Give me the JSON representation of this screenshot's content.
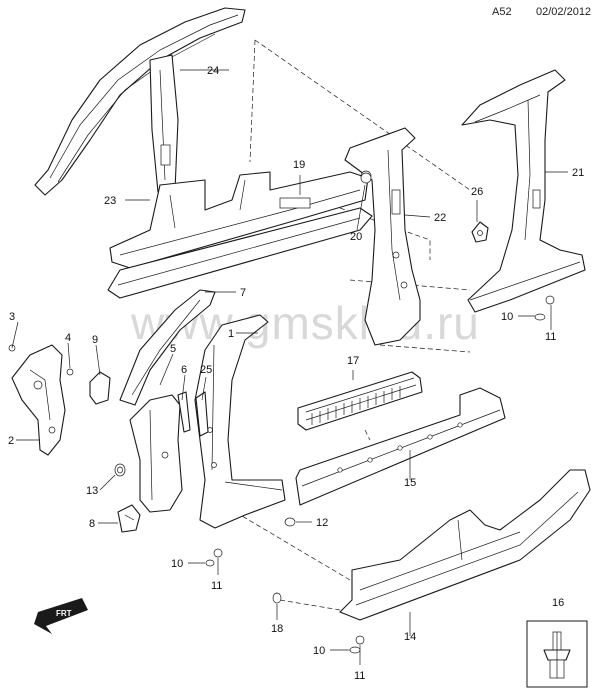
{
  "header": {
    "code": "A52",
    "date": "02/02/2012"
  },
  "watermark": "www.gmsklad.ru",
  "fwd_icon_label": "FRT",
  "callouts": [
    {
      "id": "1",
      "text": "1"
    },
    {
      "id": "2",
      "text": "2"
    },
    {
      "id": "3",
      "text": "3"
    },
    {
      "id": "4",
      "text": "4"
    },
    {
      "id": "5",
      "text": "5"
    },
    {
      "id": "6",
      "text": "6"
    },
    {
      "id": "7",
      "text": "7"
    },
    {
      "id": "8",
      "text": "8"
    },
    {
      "id": "9",
      "text": "9"
    },
    {
      "id": "10a",
      "text": "10"
    },
    {
      "id": "10b",
      "text": "10"
    },
    {
      "id": "10c",
      "text": "10"
    },
    {
      "id": "11a",
      "text": "11"
    },
    {
      "id": "11b",
      "text": "11"
    },
    {
      "id": "11c",
      "text": "11"
    },
    {
      "id": "12",
      "text": "12"
    },
    {
      "id": "13",
      "text": "13"
    },
    {
      "id": "14",
      "text": "14"
    },
    {
      "id": "15",
      "text": "15"
    },
    {
      "id": "16",
      "text": "16"
    },
    {
      "id": "17",
      "text": "17"
    },
    {
      "id": "18",
      "text": "18"
    },
    {
      "id": "19",
      "text": "19"
    },
    {
      "id": "20",
      "text": "20"
    },
    {
      "id": "21",
      "text": "21"
    },
    {
      "id": "22",
      "text": "22"
    },
    {
      "id": "23",
      "text": "23"
    },
    {
      "id": "24",
      "text": "24"
    },
    {
      "id": "25",
      "text": "25"
    },
    {
      "id": "26",
      "text": "26"
    }
  ]
}
